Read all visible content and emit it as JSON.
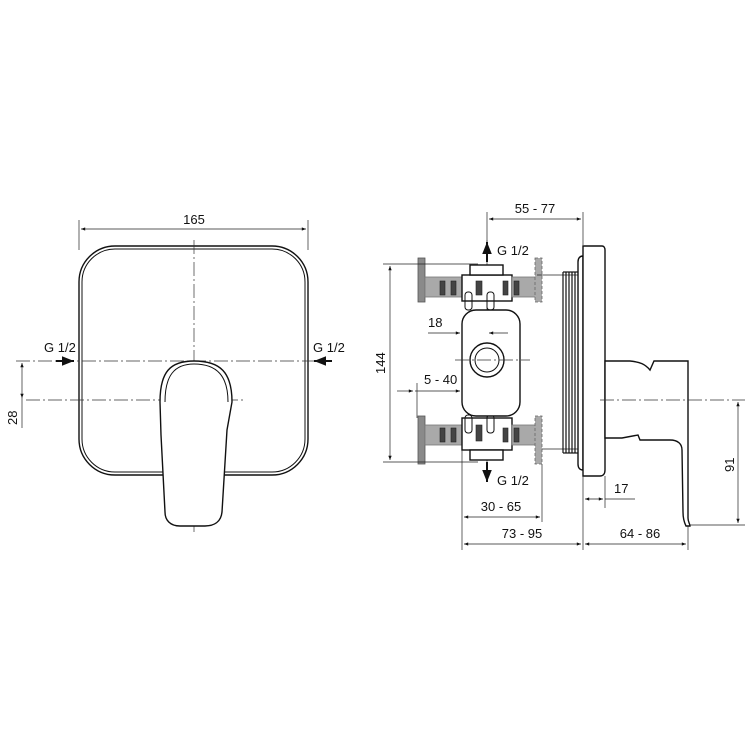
{
  "drawing": {
    "type": "technical-dimension-drawing",
    "subject": "concealed single-lever shower mixer with built-in valve body",
    "views": [
      "front",
      "side-section"
    ]
  },
  "front_view": {
    "width_dimension": "165",
    "inlet_left_label": "G 1/2",
    "inlet_right_label": "G 1/2",
    "offset_dimension": "28"
  },
  "side_view": {
    "top_dimension": "55 - 77",
    "top_outlet_label": "G 1/2",
    "bottom_outlet_label": "G 1/2",
    "height_dimension": "144",
    "body_width_dimension": "18",
    "adjust_dimension": "5 - 40",
    "depth_dimension_1": "30 - 65",
    "depth_dimension_2": "73 - 95",
    "projection_dimension": "64 - 86",
    "plate_dimension": "17",
    "lever_height_dimension": "91"
  },
  "colors": {
    "line": "#111111",
    "fitting_grey": "#8a8a8a",
    "background": "#ffffff"
  }
}
